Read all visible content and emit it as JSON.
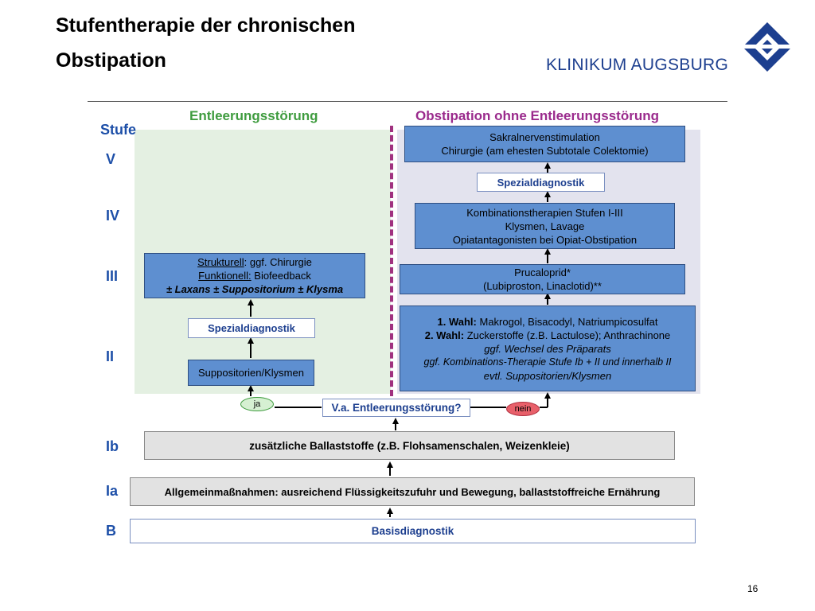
{
  "title_line1": "Stufentherapie der chronischen",
  "title_line2": "Obstipation",
  "logo": {
    "part1": "KLINIKUM",
    "part2": " AUGSBURG",
    "icon": "diamond-logo-icon",
    "color": "#1d3f8f"
  },
  "columns": {
    "left": "Entleerungsstörung",
    "right": "Obstipation ohne Entleerungsstörung",
    "left_color": "#3f9c3f",
    "right_color": "#9a2a8c"
  },
  "stufe_label": "Stufe",
  "levels": [
    "V",
    "IV",
    "III",
    "II",
    "Ib",
    "Ia",
    "B"
  ],
  "left_boxes": {
    "struct_label": "Strukturell",
    "struct_text": ": ggf. Chirurgie",
    "funk_label": "Funktionell:",
    "funk_text": " Biofeedback",
    "laxans": "± Laxans ± Suppositorium ± Klysma",
    "spezial": "Spezialdiagnostik",
    "supp": "Suppositorien/Klysmen"
  },
  "right_boxes": {
    "v_line1": "Sakralnervenstimulation",
    "v_line2": "Chirurgie (am ehesten Subtotale Colektomie)",
    "spezial": "Spezialdiagnostik",
    "iv_line1": "Kombinationstherapien Stufen I-III",
    "iv_line2": "Klysmen, Lavage",
    "iv_line3": "Opiatantagonisten bei Opiat-Obstipation",
    "iii_line1": "Prucaloprid*",
    "iii_line2": "(Lubiproston, Linaclotid)**",
    "ii_w1_label": "1. Wahl:",
    "ii_w1_text": " Makrogol, Bisacodyl, Natriumpicosulfat",
    "ii_w2_label": "2. Wahl:",
    "ii_w2_text": " Zuckerstoffe (z.B. Lactulose); Anthrachinone",
    "ii_line3": "ggf. Wechsel des Präparats",
    "ii_line4": "ggf. Kombinations-Therapie Stufe Ib + II und innerhalb II",
    "ii_line5": "evtl. Suppositorien/Klysmen"
  },
  "decision": {
    "question": "V.a. Entleerungsstörung?",
    "yes": "ja",
    "no": "nein"
  },
  "bottom": {
    "ib": "zusätzliche Ballaststoffe (z.B. Flohsamenschalen, Weizenkleie)",
    "ia": "Allgemeinmaßnahmen: ausreichend Flüssigkeitszufuhr und Bewegung, ballaststoffreiche Ernährung",
    "b": "Basisdiagnostik"
  },
  "page_number": "16"
}
